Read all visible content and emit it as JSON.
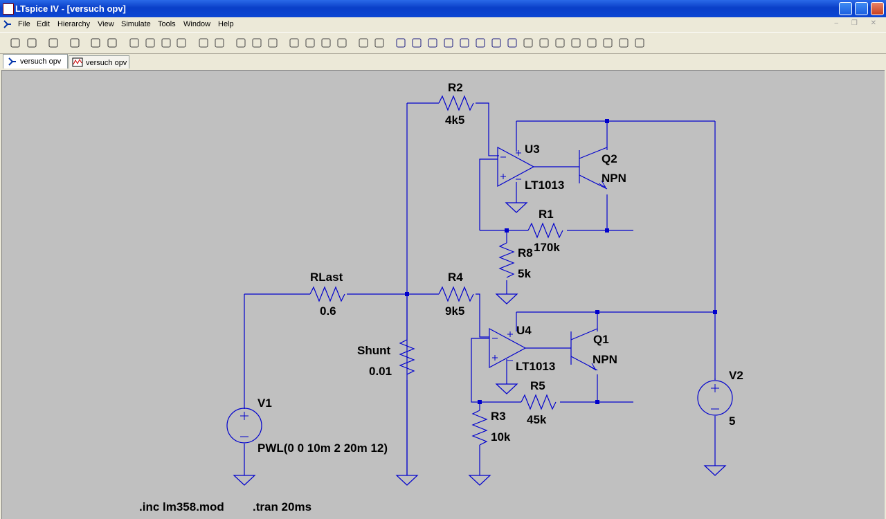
{
  "window": {
    "title": "LTspice IV - [versuch opv]"
  },
  "menu": [
    "File",
    "Edit",
    "Hierarchy",
    "View",
    "Simulate",
    "Tools",
    "Window",
    "Help"
  ],
  "tabs": [
    {
      "label": "versuch opv",
      "icon": "schematic-icon"
    },
    {
      "label": "versuch opv",
      "icon": "waveform-icon"
    }
  ],
  "toolbar": [
    "new-schematic-icon",
    "open-icon",
    "save-icon",
    "control-panel-icon",
    "run-icon",
    "halt-icon",
    "zoom-in-icon",
    "zoom-pan-icon",
    "zoom-out-icon",
    "zoom-fit-icon",
    "autorange-icon",
    "plot-settings-icon",
    "tile-horizontal-icon",
    "cascade-icon",
    "tile-vertical-icon",
    "cut-icon",
    "copy-icon",
    "paste-icon",
    "find-icon",
    "print-setup-icon",
    "print-icon",
    "wire-icon",
    "ground-icon",
    "label-net-icon",
    "resistor-icon",
    "capacitor-icon",
    "inductor-icon",
    "diode-icon",
    "component-icon",
    "move-icon",
    "drag-icon",
    "undo-icon",
    "redo-icon",
    "rotate-icon",
    "mirror-icon",
    "text-icon",
    "spice-directive-icon"
  ],
  "schematic": {
    "labels": {
      "R2": "R2",
      "R2v": "4k5",
      "U3": "U3",
      "U3v": "LT1013",
      "Q2": "Q2",
      "Q2v": "NPN",
      "R1": "R1",
      "R1v": "170k",
      "R8": "R8",
      "R8v": "5k",
      "RLast": "RLast",
      "RLastv": "0.6",
      "R4": "R4",
      "R4v": "9k5",
      "U4": "U4",
      "U4v": "LT1013",
      "Q1": "Q1",
      "Q1v": "NPN",
      "Shunt": "Shunt",
      "Shuntv": "0.01",
      "R5": "R5",
      "R5v": "45k",
      "R3": "R3",
      "R3v": "10k",
      "V1": "V1",
      "V1v": "PWL(0 0 10m 2 20m 12)",
      "V2": "V2",
      "V2v": "5",
      "inc": ".inc lm358.mod",
      "tran": ".tran 20ms"
    }
  },
  "colors": {
    "wire": "#0000cd",
    "canvas": "#c0c0c0",
    "titlebar": "#0a3fc8"
  }
}
